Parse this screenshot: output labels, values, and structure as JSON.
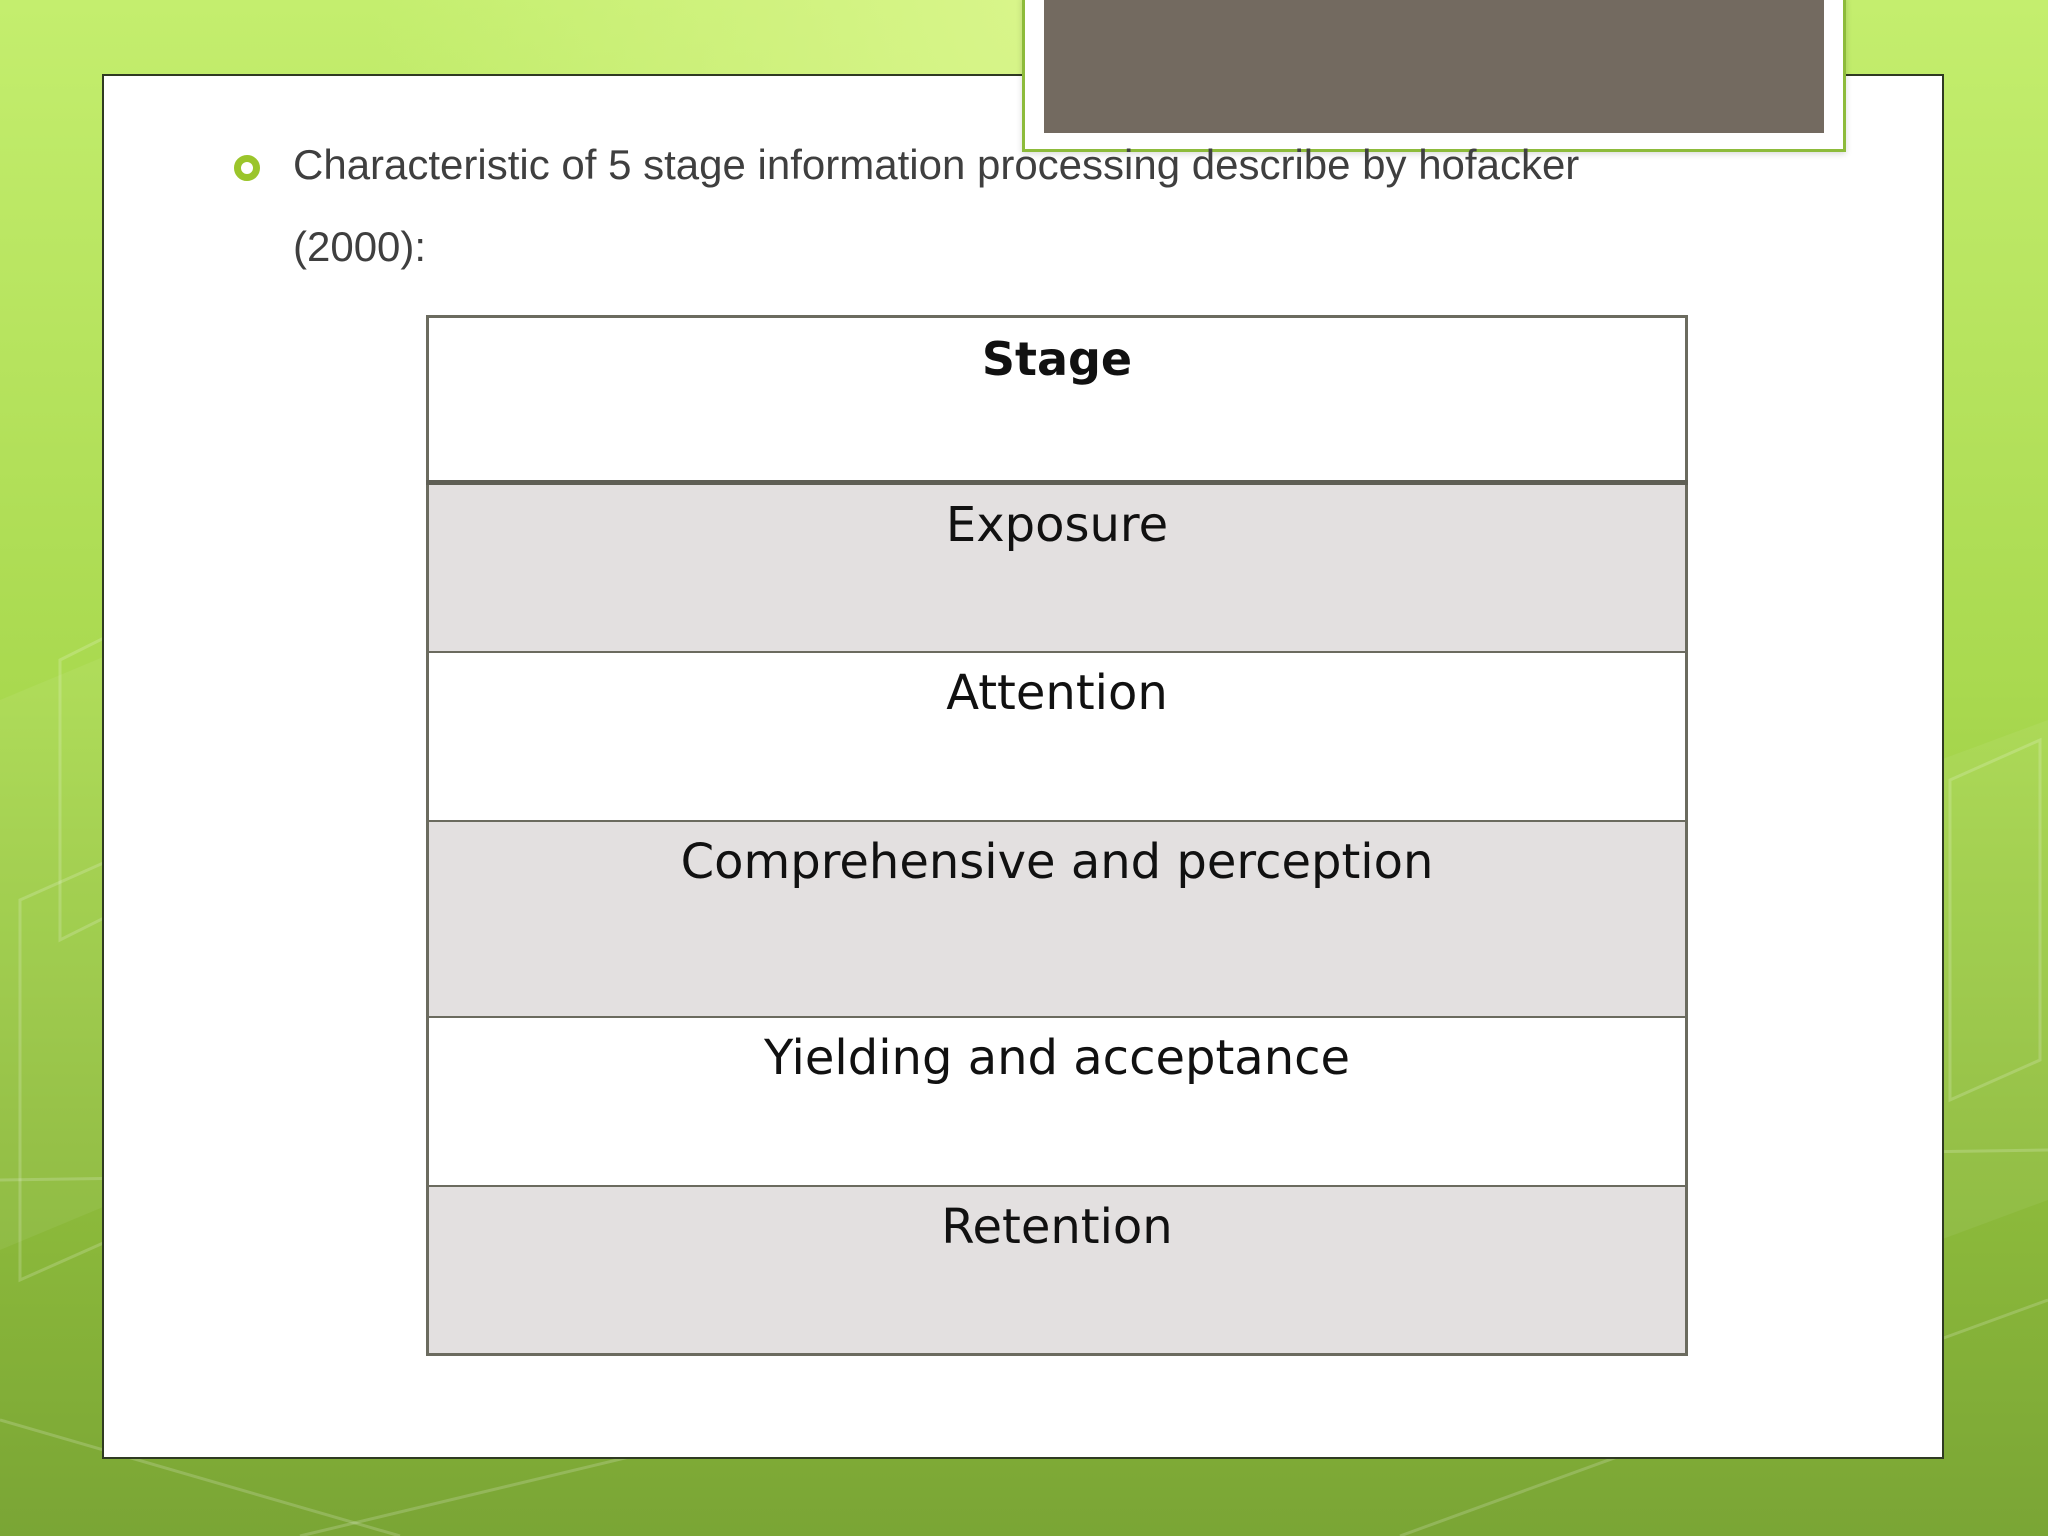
{
  "slide": {
    "bullet_text": "Characteristic of 5 stage information processing describe by hofacker (2000):",
    "colors": {
      "background_green": "#b5e25a",
      "accent_green": "#9bc52b",
      "title_box": "#736a60",
      "row_shade": "#e3e0e0"
    }
  },
  "table": {
    "header": "Stage",
    "rows": [
      "Exposure",
      "Attention",
      "Comprehensive and perception",
      "Yielding and acceptance",
      "Retention"
    ]
  }
}
